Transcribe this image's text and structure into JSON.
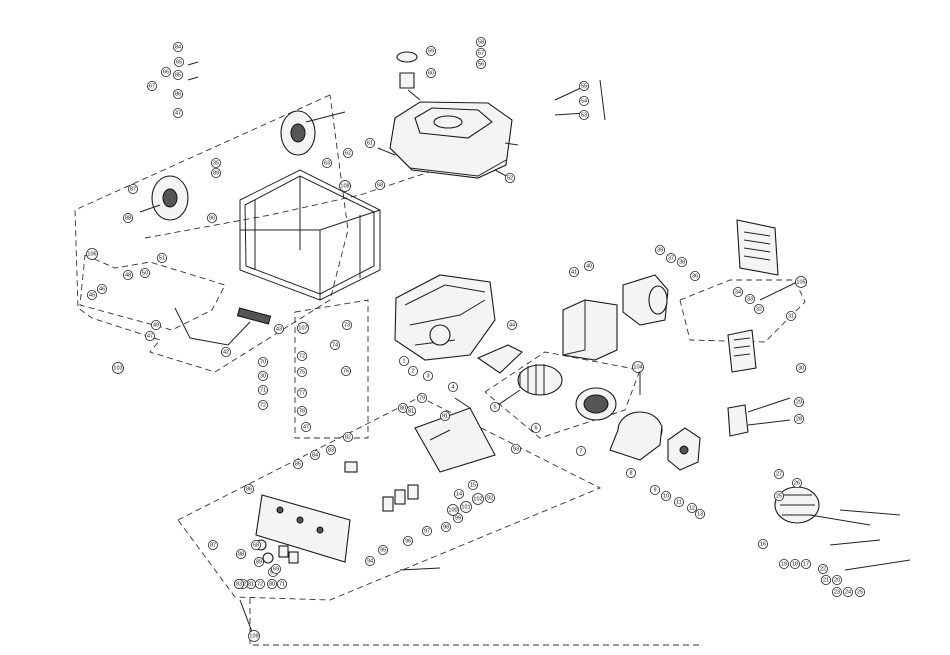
{
  "diagram": {
    "callouts": [
      {
        "id": "c84",
        "text": "84"
      },
      {
        "id": "c85",
        "text": "85"
      },
      {
        "id": "c86",
        "text": "86"
      },
      {
        "id": "c47a",
        "text": "47"
      },
      {
        "id": "c58",
        "text": "58"
      },
      {
        "id": "c57",
        "text": "57"
      },
      {
        "id": "c56",
        "text": "56"
      },
      {
        "id": "c59",
        "text": "59"
      },
      {
        "id": "c60",
        "text": "60"
      },
      {
        "id": "c55",
        "text": "55"
      },
      {
        "id": "c54",
        "text": "54"
      },
      {
        "id": "c53",
        "text": "53"
      },
      {
        "id": "c52",
        "text": "52"
      },
      {
        "id": "c61",
        "text": "61"
      },
      {
        "id": "c62",
        "text": "62"
      },
      {
        "id": "c63",
        "text": "63"
      },
      {
        "id": "c68",
        "text": "68"
      },
      {
        "id": "c108",
        "text": "108"
      },
      {
        "id": "c35",
        "text": "35"
      },
      {
        "id": "c89",
        "text": "89"
      },
      {
        "id": "c87",
        "text": "87"
      },
      {
        "id": "c88",
        "text": "88"
      },
      {
        "id": "c90",
        "text": "90"
      },
      {
        "id": "c106",
        "text": "106"
      },
      {
        "id": "c48",
        "text": "48"
      },
      {
        "id": "c50",
        "text": "50"
      },
      {
        "id": "c51",
        "text": "51"
      },
      {
        "id": "c45",
        "text": "45"
      },
      {
        "id": "c46",
        "text": "46"
      },
      {
        "id": "c47b",
        "text": "47"
      },
      {
        "id": "c49",
        "text": "49"
      },
      {
        "id": "c43",
        "text": "43"
      },
      {
        "id": "c42",
        "text": "42"
      },
      {
        "id": "c103",
        "text": "103"
      },
      {
        "id": "c107",
        "text": "107"
      },
      {
        "id": "c73",
        "text": "73"
      },
      {
        "id": "c74",
        "text": "74"
      },
      {
        "id": "c72a",
        "text": "72"
      },
      {
        "id": "c75",
        "text": "75"
      },
      {
        "id": "c76",
        "text": "76"
      },
      {
        "id": "c77",
        "text": "77"
      },
      {
        "id": "c78",
        "text": "78"
      },
      {
        "id": "c47c",
        "text": "47"
      },
      {
        "id": "c70",
        "text": "70"
      },
      {
        "id": "c30",
        "text": "30"
      },
      {
        "id": "c71",
        "text": "71"
      },
      {
        "id": "c72b",
        "text": "72"
      },
      {
        "id": "c1",
        "text": "1"
      },
      {
        "id": "c2",
        "text": "2"
      },
      {
        "id": "c3",
        "text": "3"
      },
      {
        "id": "c4",
        "text": "4"
      },
      {
        "id": "c44",
        "text": "44"
      },
      {
        "id": "c5",
        "text": "5"
      },
      {
        "id": "c6",
        "text": "6"
      },
      {
        "id": "c7",
        "text": "7"
      },
      {
        "id": "c8",
        "text": "8"
      },
      {
        "id": "c104",
        "text": "104"
      },
      {
        "id": "c41",
        "text": "41"
      },
      {
        "id": "c40",
        "text": "40"
      },
      {
        "id": "c39",
        "text": "39"
      },
      {
        "id": "c37",
        "text": "37"
      },
      {
        "id": "c38",
        "text": "38"
      },
      {
        "id": "c36",
        "text": "36"
      },
      {
        "id": "c105",
        "text": "105"
      },
      {
        "id": "c34",
        "text": "34"
      },
      {
        "id": "c33",
        "text": "33"
      },
      {
        "id": "c32",
        "text": "32"
      },
      {
        "id": "c31",
        "text": "31"
      },
      {
        "id": "c30b",
        "text": "30"
      },
      {
        "id": "c29",
        "text": "29"
      },
      {
        "id": "c28",
        "text": "28"
      },
      {
        "id": "c27",
        "text": "27"
      },
      {
        "id": "c26",
        "text": "26"
      },
      {
        "id": "c25",
        "text": "25"
      },
      {
        "id": "c9",
        "text": "9"
      },
      {
        "id": "c10",
        "text": "10"
      },
      {
        "id": "c11",
        "text": "11"
      },
      {
        "id": "c12",
        "text": "12"
      },
      {
        "id": "c13",
        "text": "13"
      },
      {
        "id": "c16",
        "text": "16"
      },
      {
        "id": "c19",
        "text": "19"
      },
      {
        "id": "c18",
        "text": "18"
      },
      {
        "id": "c17",
        "text": "17"
      },
      {
        "id": "c22",
        "text": "22"
      },
      {
        "id": "c21",
        "text": "21"
      },
      {
        "id": "c20",
        "text": "20"
      },
      {
        "id": "c23",
        "text": "23"
      },
      {
        "id": "c24",
        "text": "24"
      },
      {
        "id": "c25b",
        "text": "25"
      },
      {
        "id": "c79",
        "text": "79"
      },
      {
        "id": "c80",
        "text": "80"
      },
      {
        "id": "c81",
        "text": "81"
      },
      {
        "id": "c82",
        "text": "82"
      },
      {
        "id": "c83",
        "text": "83"
      },
      {
        "id": "c84b",
        "text": "84"
      },
      {
        "id": "c85b",
        "text": "85"
      },
      {
        "id": "c86b",
        "text": "86"
      },
      {
        "id": "c87b",
        "text": "87"
      },
      {
        "id": "c88b",
        "text": "88"
      },
      {
        "id": "c89b",
        "text": "89"
      },
      {
        "id": "c90b",
        "text": "90"
      },
      {
        "id": "c91",
        "text": "91"
      },
      {
        "id": "c92",
        "text": "92"
      },
      {
        "id": "c93",
        "text": "93"
      },
      {
        "id": "c94",
        "text": "94"
      },
      {
        "id": "c95",
        "text": "95"
      },
      {
        "id": "c96",
        "text": "96"
      },
      {
        "id": "c97",
        "text": "97"
      },
      {
        "id": "c98",
        "text": "98"
      },
      {
        "id": "c99",
        "text": "99"
      },
      {
        "id": "c100",
        "text": "100"
      },
      {
        "id": "c101",
        "text": "101"
      },
      {
        "id": "c102",
        "text": "102"
      },
      {
        "id": "c65",
        "text": "65"
      },
      {
        "id": "c66",
        "text": "66"
      },
      {
        "id": "c67",
        "text": "67"
      },
      {
        "id": "c68b",
        "text": "68"
      },
      {
        "id": "c69",
        "text": "69"
      },
      {
        "id": "c70b",
        "text": "70"
      },
      {
        "id": "c71b",
        "text": "71"
      },
      {
        "id": "c72c",
        "text": "72"
      },
      {
        "id": "c80b",
        "text": "80"
      },
      {
        "id": "c81b",
        "text": "81"
      },
      {
        "id": "c82b",
        "text": "82"
      },
      {
        "id": "c83b",
        "text": "83"
      },
      {
        "id": "c15",
        "text": "15"
      },
      {
        "id": "c14",
        "text": "14"
      },
      {
        "id": "c109",
        "text": "109"
      }
    ]
  }
}
